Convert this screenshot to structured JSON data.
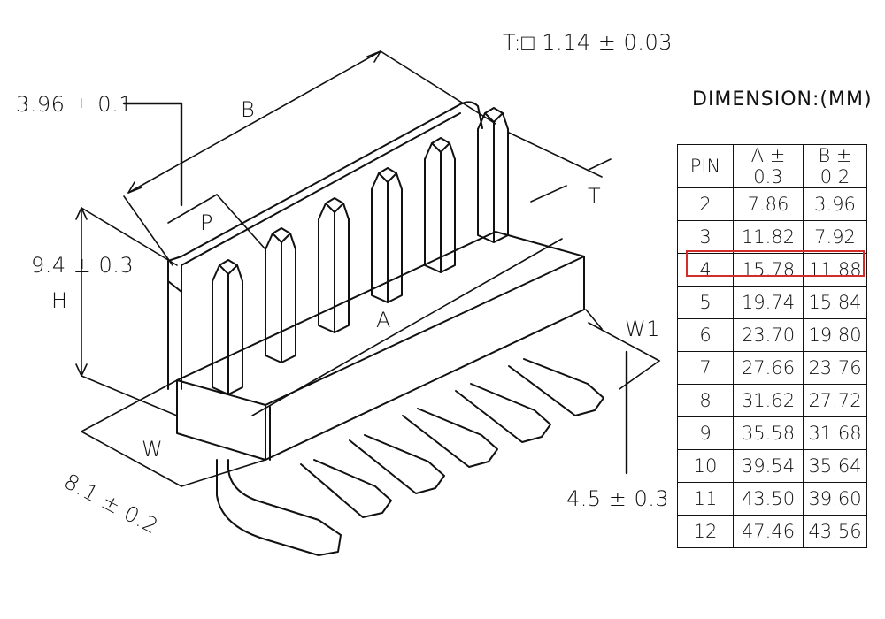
{
  "labels": {
    "thickness": "T:□ 1.14 ± 0.03",
    "pitch_tol": "3.96 ± 0.1",
    "b": "B",
    "p": "P",
    "t": "T",
    "height_tol": "9.4 ± 0.3",
    "h": "H",
    "a": "A",
    "w1": "W1",
    "w": "W",
    "width_tol": "8.1 ± 0.2",
    "tail_tol": "4.5 ± 0.3"
  },
  "dimension_title": "DIMENSION:(MM)",
  "table": {
    "headers": [
      "PIN",
      "A ± 0.3",
      "B ± 0.2"
    ],
    "rows": [
      [
        "2",
        "7.86",
        "3.96"
      ],
      [
        "3",
        "11.82",
        "7.92"
      ],
      [
        "4",
        "15.78",
        "11.88"
      ],
      [
        "5",
        "19.74",
        "15.84"
      ],
      [
        "6",
        "23.70",
        "19.80"
      ],
      [
        "7",
        "27.66",
        "23.76"
      ],
      [
        "8",
        "31.62",
        "27.72"
      ],
      [
        "9",
        "35.58",
        "31.68"
      ],
      [
        "10",
        "39.54",
        "35.64"
      ],
      [
        "11",
        "43.50",
        "39.60"
      ],
      [
        "12",
        "47.46",
        "43.56"
      ]
    ],
    "highlight_row_pin": "4",
    "highlight_color": "#d42b2b"
  }
}
